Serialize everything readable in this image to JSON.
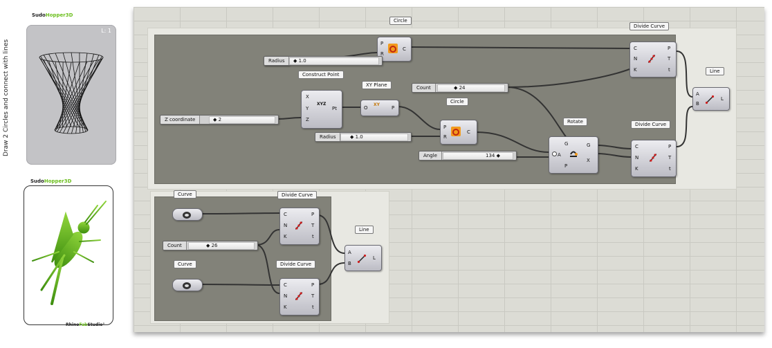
{
  "logo_top": {
    "part1": "Sudo",
    "part2": "Hopper3D"
  },
  "logo_bottom": {
    "part1": "Sudo",
    "part2": "Hopper3D"
  },
  "studio": {
    "part1": "Rhino",
    "part2": "Fab",
    "part3": "Studio",
    "mark": "°"
  },
  "viewport_label": "L: 1",
  "vertical_title": "Draw 2 Circles and connect with lines",
  "colors": {
    "canvas": "#dcdcd5",
    "group_dark": "#828279",
    "group_light": "#e8e8e2",
    "wire": "#333333",
    "grasshopper_green": "#6cbf1e",
    "icon_orange": "#f29a1d"
  },
  "top": {
    "circle1": {
      "title": "Circle",
      "in_p": "P",
      "in_r": "R",
      "out_c": "C"
    },
    "radius1": {
      "label": "Radius",
      "value": "◆ 1.0"
    },
    "construct_point": {
      "title": "Construct Point",
      "in_x": "X",
      "in_y": "Y",
      "in_z": "Z",
      "out": "Pt",
      "glyph": "XYZ"
    },
    "zcoord": {
      "label": "Z coordinate",
      "value": "◆ 2"
    },
    "xy_plane": {
      "title": "XY Plane",
      "in_o": "O",
      "out_p": "P",
      "glyph": "XY"
    },
    "circle2": {
      "title": "Circle",
      "in_p": "P",
      "in_r": "R",
      "out_c": "C"
    },
    "radius2": {
      "label": "Radius",
      "value": "◆ 1.0"
    },
    "count": {
      "label": "Count",
      "value": "◆ 24"
    },
    "angle": {
      "label": "Angle",
      "value": "134 ◆"
    },
    "rotate": {
      "title": "Rotate",
      "in_g": "G",
      "in_a": "A",
      "in_p": "P",
      "out_g": "G",
      "out_x": "X"
    },
    "divide1": {
      "title": "Divide Curve",
      "in_c": "C",
      "in_n": "N",
      "in_k": "K",
      "out_p": "P",
      "out_t": "T",
      "out_t2": "t"
    },
    "divide2": {
      "title": "Divide Curve",
      "in_c": "C",
      "in_n": "N",
      "in_k": "K",
      "out_p": "P",
      "out_t": "T",
      "out_t2": "t"
    },
    "line": {
      "title": "Line",
      "in_a": "A",
      "in_b": "B",
      "out_l": "L"
    }
  },
  "bottom": {
    "curve1": {
      "title": "Curve"
    },
    "curve2": {
      "title": "Curve"
    },
    "count": {
      "label": "Count",
      "value": "◆ 26"
    },
    "divide1": {
      "title": "Divide Curve",
      "in_c": "C",
      "in_n": "N",
      "in_k": "K",
      "out_p": "P",
      "out_t": "T",
      "out_t2": "t"
    },
    "divide2": {
      "title": "Divide Curve",
      "in_c": "C",
      "in_n": "N",
      "in_k": "K",
      "out_p": "P",
      "out_t": "T",
      "out_t2": "t"
    },
    "line": {
      "title": "Line",
      "in_a": "A",
      "in_b": "B",
      "out_l": "L"
    }
  }
}
